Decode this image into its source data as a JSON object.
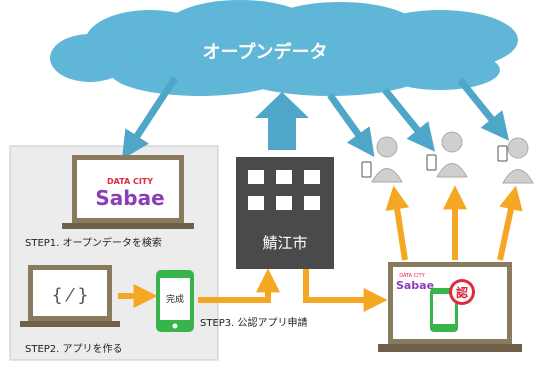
{
  "cloud": {
    "label": "オープンデータ"
  },
  "portal": {
    "brand_small": "DATA CITY",
    "brand_large": "Sabae"
  },
  "steps": {
    "step1": "STEP1. オープンデータを検索",
    "step2": "STEP2. アプリを作る",
    "step3": "STEP3. 公認アプリ申請"
  },
  "phone": {
    "label": "完成"
  },
  "city": {
    "label": "鯖江市"
  },
  "certified": {
    "mark": "認",
    "brand_small": "DATA CITY",
    "brand_large": "Sabae"
  },
  "dev_icon": {
    "glyph": "{ ⁄ }"
  },
  "colors": {
    "cloud": "#5fb6d6",
    "arrow_blue": "#4ea6c8",
    "arrow_orange": "#f5a623",
    "building": "#4a4a4a",
    "phone_green": "#38b54a",
    "stamp_red": "#e0293a",
    "panel_bg": "#ececec"
  }
}
